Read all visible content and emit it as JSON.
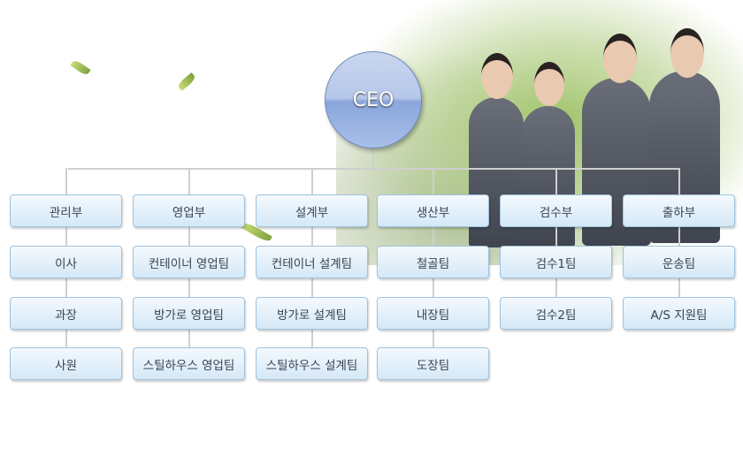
{
  "ceo": {
    "label": "CEO"
  },
  "columns": [
    {
      "items": [
        "관리부",
        "이사",
        "과장",
        "사원"
      ]
    },
    {
      "items": [
        "영업부",
        "컨테이너 영업팀",
        "방가로 영업팀",
        "스틸하우스 영업팀"
      ]
    },
    {
      "items": [
        "설계부",
        "컨테이너 설계팀",
        "방가로 설계팀",
        "스틸하우스 설계팀"
      ]
    },
    {
      "items": [
        "생산부",
        "철골팀",
        "내장팀",
        "도장팀"
      ]
    },
    {
      "items": [
        "검수부",
        "검수1팀",
        "검수2팀"
      ]
    },
    {
      "items": [
        "출하부",
        "운송팀",
        "A/S 지원팀"
      ]
    }
  ]
}
